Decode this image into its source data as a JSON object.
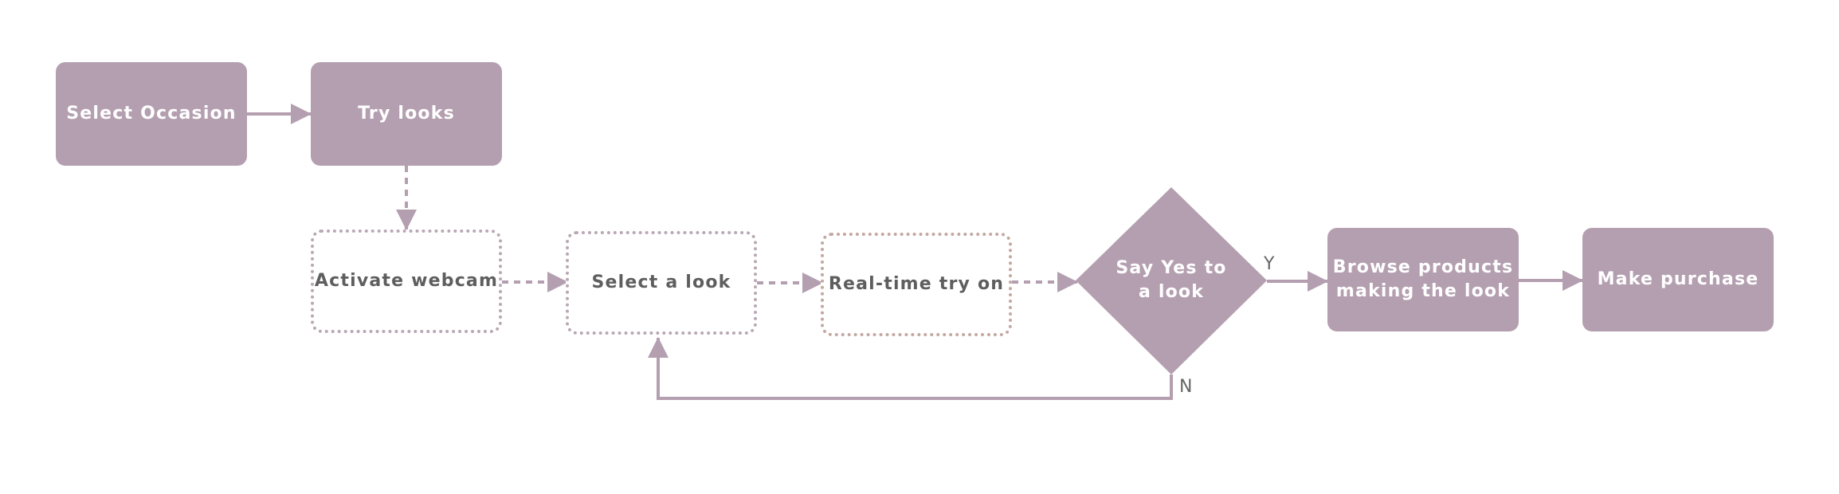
{
  "diagram": {
    "nodes": {
      "select_occasion": "Select Occasion",
      "try_looks": "Try looks",
      "activate_webcam": "Activate webcam",
      "select_a_look": "Select a look",
      "real_time_try_on": "Real-time try on",
      "say_yes_to_a_look_line1": "Say Yes to",
      "say_yes_to_a_look_line2": "a look",
      "browse_products_line1": "Browse products",
      "browse_products_line2": "making the look",
      "make_purchase": "Make purchase"
    },
    "edge_labels": {
      "yes": "Y",
      "no": "N"
    },
    "colors": {
      "node_fill": "#b49fb0",
      "connector": "#b49fb0",
      "dotted_border": "#b8a8b4",
      "dotted_border_warm": "#c3a7a0",
      "text_dark": "#5e5e5e",
      "text_light": "#ffffff"
    }
  }
}
